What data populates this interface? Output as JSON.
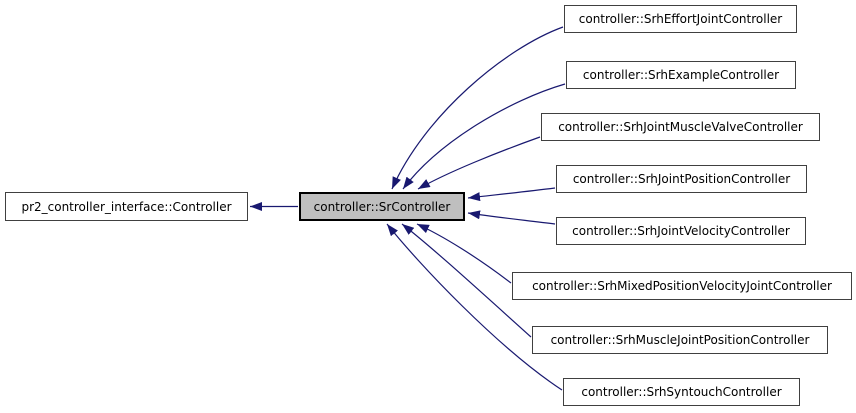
{
  "diagram": {
    "type": "class-inheritance-graph",
    "background": "#ffffff",
    "colors": {
      "edge": "#191970",
      "node_fill": "#ffffff",
      "node_border": "#404040",
      "current_node_fill": "#bfbfbf",
      "current_node_border": "#000000",
      "text": "#000000"
    }
  },
  "nodes": {
    "base": {
      "label": "pr2_controller_interface::Controller"
    },
    "current": {
      "label": "controller::SrController"
    },
    "derived": [
      {
        "label": "controller::SrhEffortJointController"
      },
      {
        "label": "controller::SrhExampleController"
      },
      {
        "label": "controller::SrhJointMuscleValveController"
      },
      {
        "label": "controller::SrhJointPositionController"
      },
      {
        "label": "controller::SrhJointVelocityController"
      },
      {
        "label": "controller::SrhMixedPositionVelocityJointController"
      },
      {
        "label": "controller::SrhMuscleJointPositionController"
      },
      {
        "label": "controller::SrhSyntouchController"
      }
    ]
  },
  "edges": [
    {
      "from": "controller::SrController",
      "to": "pr2_controller_interface::Controller"
    },
    {
      "from": "controller::SrhEffortJointController",
      "to": "controller::SrController"
    },
    {
      "from": "controller::SrhExampleController",
      "to": "controller::SrController"
    },
    {
      "from": "controller::SrhJointMuscleValveController",
      "to": "controller::SrController"
    },
    {
      "from": "controller::SrhJointPositionController",
      "to": "controller::SrController"
    },
    {
      "from": "controller::SrhJointVelocityController",
      "to": "controller::SrController"
    },
    {
      "from": "controller::SrhMixedPositionVelocityJointController",
      "to": "controller::SrController"
    },
    {
      "from": "controller::SrhMuscleJointPositionController",
      "to": "controller::SrController"
    },
    {
      "from": "controller::SrhSyntouchController",
      "to": "controller::SrController"
    }
  ]
}
